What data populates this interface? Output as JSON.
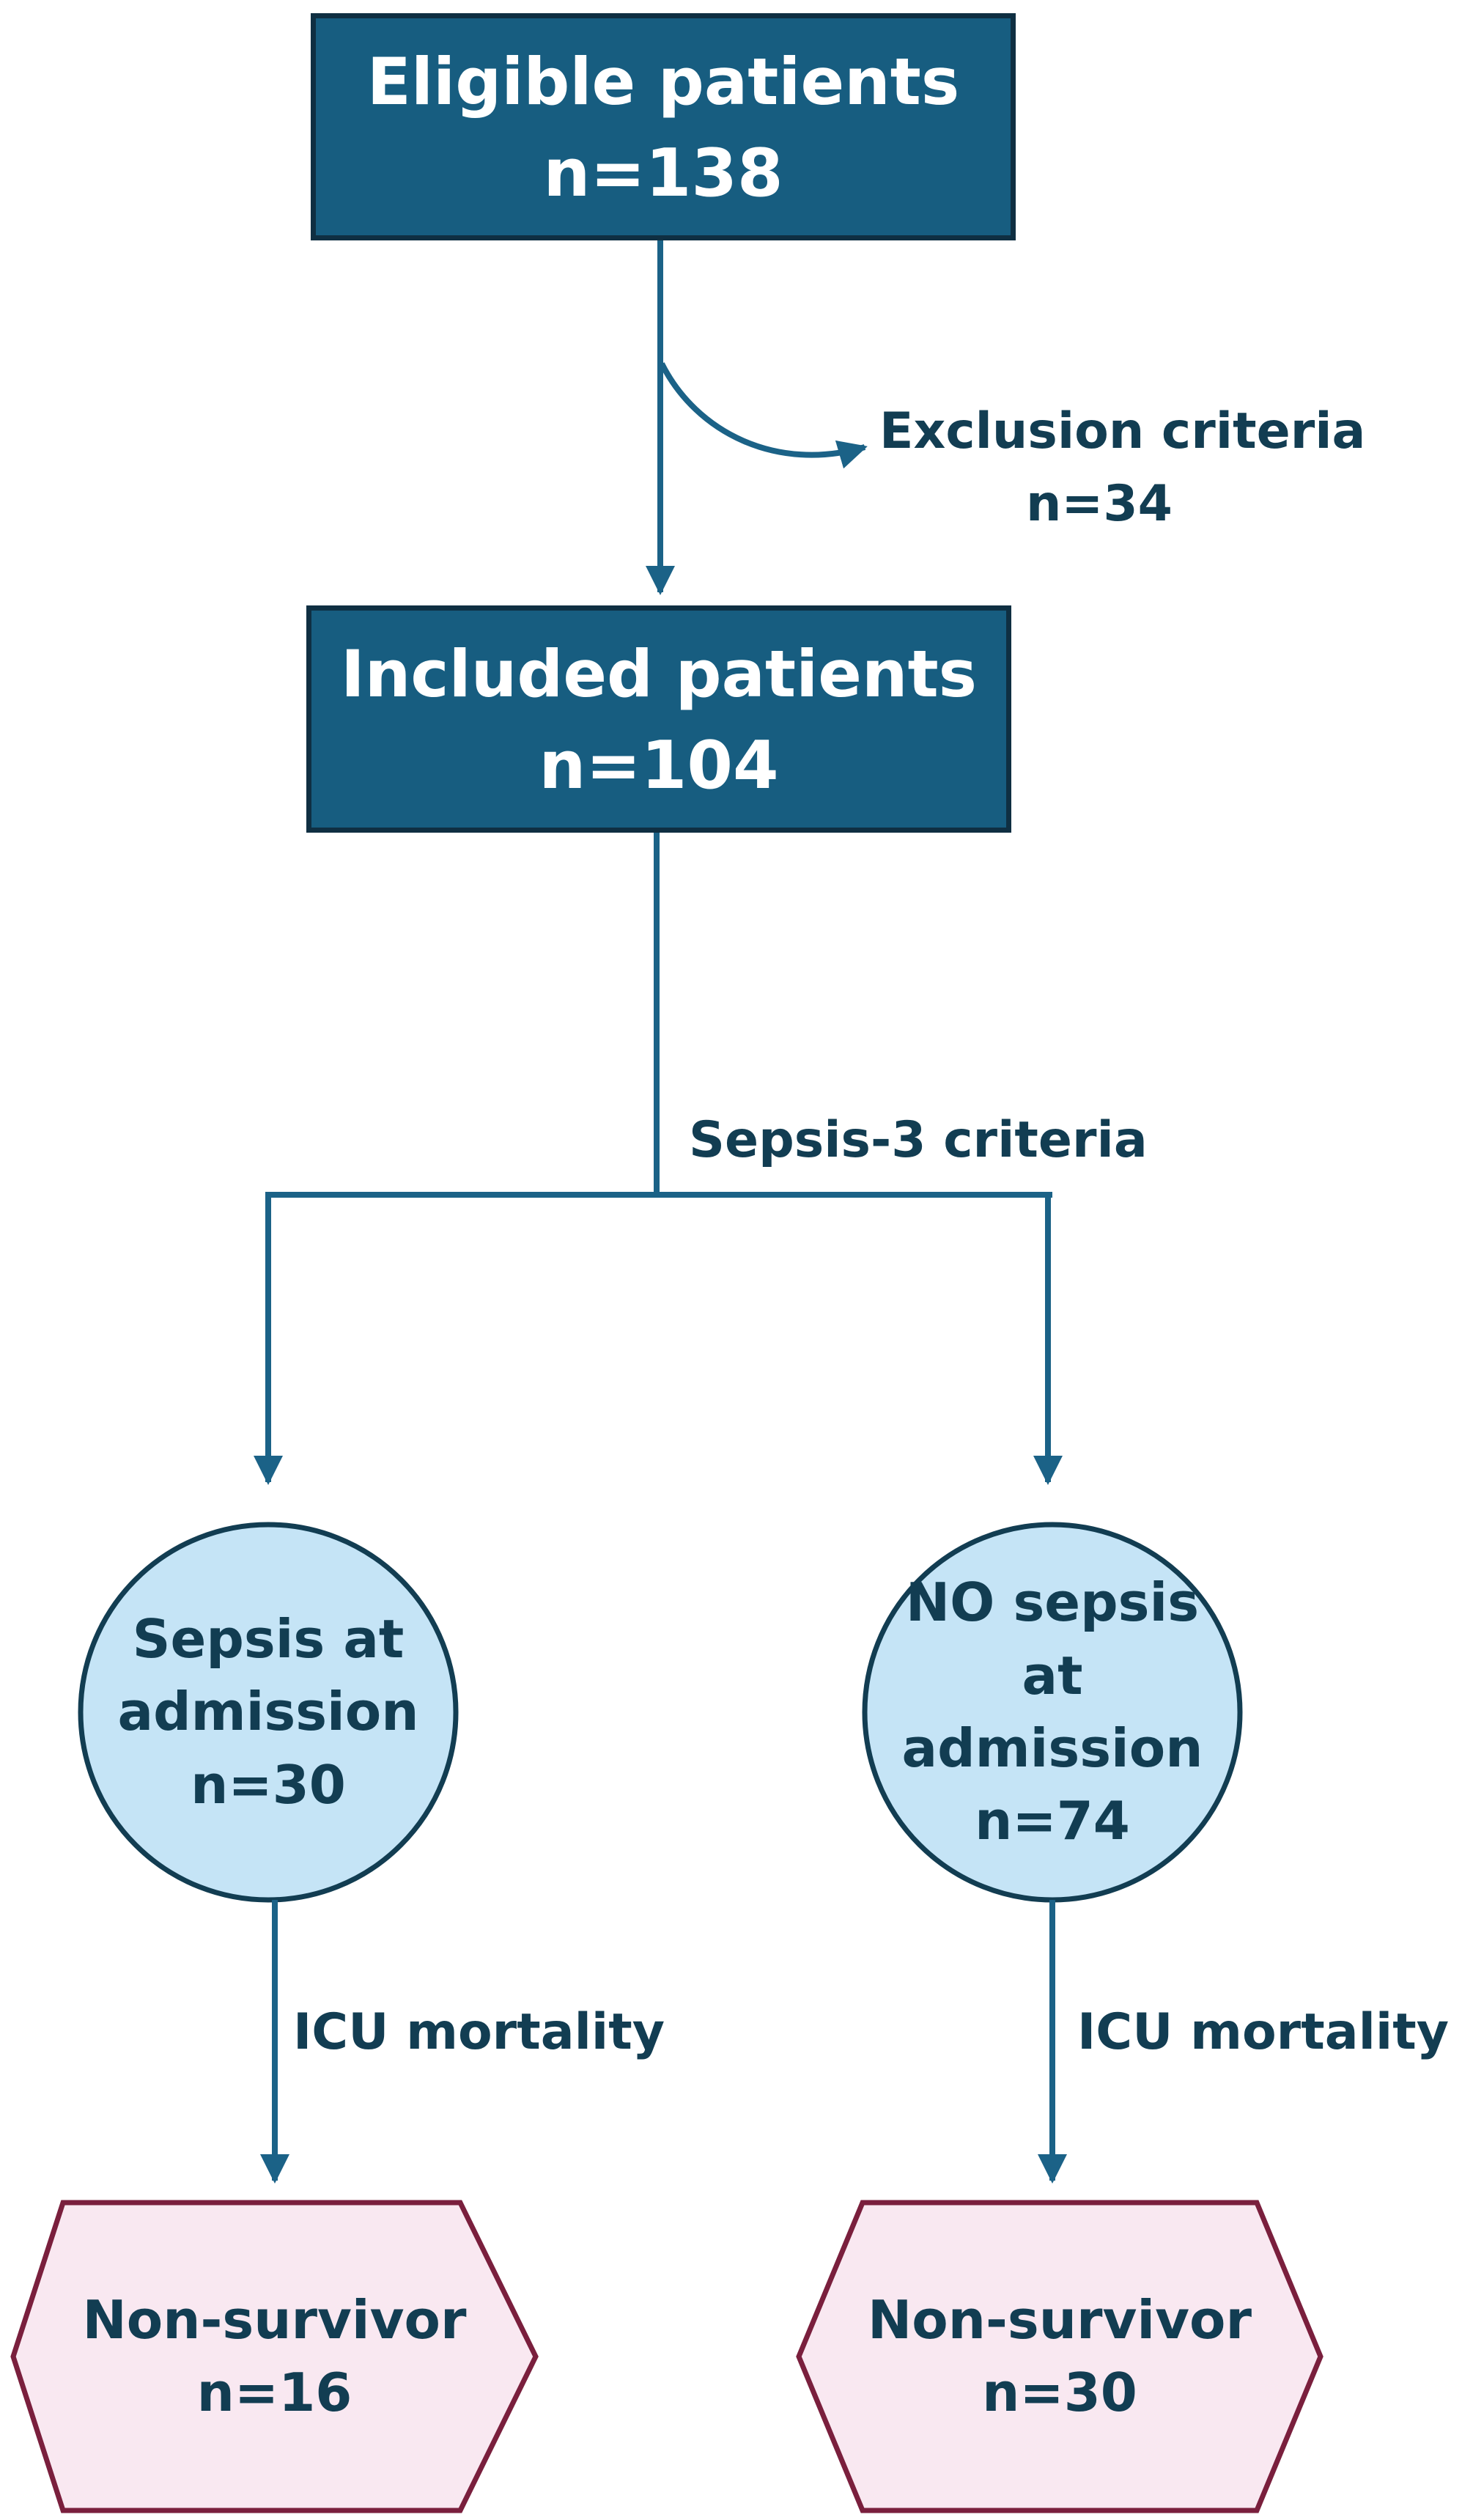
{
  "eligible": {
    "title": "Eligible patients",
    "count": "n=138"
  },
  "exclusion": {
    "title": "Exclusion criteria",
    "count": "n=34"
  },
  "included": {
    "title": "Included patients",
    "count": "n=104"
  },
  "split_label": "Sepsis-3 criteria",
  "sepsis": {
    "line1": "Sepsis at",
    "line2": "admission",
    "count": "n=30"
  },
  "no_sepsis": {
    "line1": "NO sepsis",
    "line2": "at admission",
    "count": "n=74"
  },
  "mortality_label_left": "ICU mortality",
  "mortality_label_right": "ICU mortality",
  "nonsurvivor_left": {
    "title": "Non-survivor",
    "count": "n=16"
  },
  "nonsurvivor_right": {
    "title": "Non-survivor",
    "count": "n=30"
  },
  "colors": {
    "box_fill": "#175d80",
    "box_border": "#0f2f42",
    "circle_fill": "#c5e4f6",
    "circle_border": "#123d52",
    "hex_fill": "#f9e8f1",
    "hex_border": "#7a1f3d",
    "arrow": "#1b6287",
    "text": "#123d52"
  }
}
